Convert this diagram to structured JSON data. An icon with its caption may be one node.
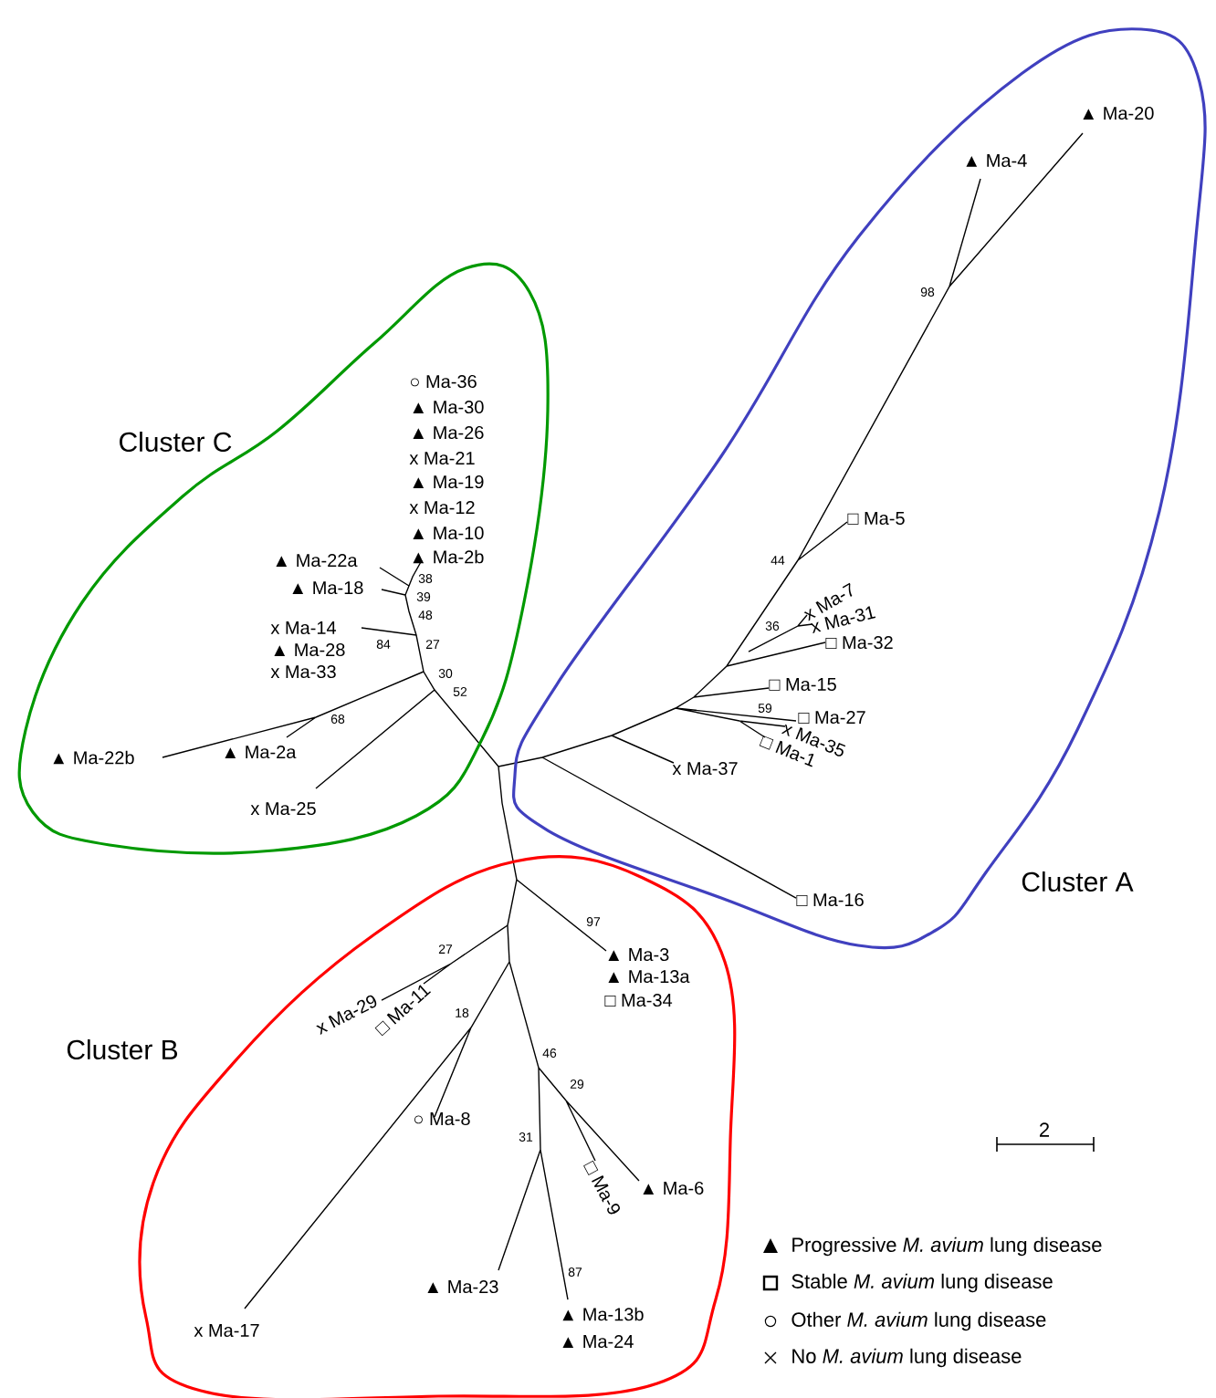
{
  "diagram": {
    "nodes": [
      {
        "text": [
          "Cluster C"
        ]
      },
      {
        "text": [
          "Cluster A"
        ]
      },
      {
        "text": [
          "Cluster B"
        ]
      },
      {
        "text": [
          "▲ Ma-20"
        ],
        "in": 1
      },
      {
        "text": [
          "▲ Ma-4"
        ],
        "in": 1
      },
      {
        "text": [
          "□ Ma-5"
        ],
        "in": 1
      },
      {
        "text": [
          "x Ma-7"
        ],
        "in": 1
      },
      {
        "text": [
          "x Ma-31"
        ],
        "in": 1
      },
      {
        "text": [
          "□ Ma-32"
        ],
        "in": 1
      },
      {
        "text": [
          "□ Ma-15"
        ],
        "in": 1
      },
      {
        "text": [
          "□ Ma-27"
        ],
        "in": 1
      },
      {
        "text": [
          "x Ma-35"
        ],
        "in": 1
      },
      {
        "text": [
          "□ Ma-1"
        ],
        "in": 1
      },
      {
        "text": [
          "x Ma-37"
        ],
        "in": 1
      },
      {
        "text": [
          "□ Ma-16"
        ],
        "in": 1
      },
      {
        "text": [
          "○ Ma-36"
        ],
        "in": 0
      },
      {
        "text": [
          "▲ Ma-30"
        ],
        "in": 0
      },
      {
        "text": [
          "▲ Ma-26"
        ],
        "in": 0
      },
      {
        "text": [
          "x Ma-21"
        ],
        "in": 0
      },
      {
        "text": [
          "▲ Ma-19"
        ],
        "in": 0
      },
      {
        "text": [
          "x Ma-12"
        ],
        "in": 0
      },
      {
        "text": [
          "▲ Ma-10"
        ],
        "in": 0
      },
      {
        "text": [
          "▲ Ma-2b"
        ],
        "in": 0
      },
      {
        "text": [
          "▲ Ma-22a"
        ],
        "in": 0
      },
      {
        "text": [
          "▲ Ma-18"
        ],
        "in": 0
      },
      {
        "text": [
          "x Ma-14"
        ],
        "in": 0
      },
      {
        "text": [
          "▲ Ma-28"
        ],
        "in": 0
      },
      {
        "text": [
          "x Ma-33"
        ],
        "in": 0
      },
      {
        "text": [
          "▲ Ma-22b"
        ],
        "in": 0
      },
      {
        "text": [
          "▲ Ma-2a"
        ],
        "in": 0
      },
      {
        "text": [
          "x Ma-25"
        ],
        "in": 0
      },
      {
        "text": [
          "▲ Ma-3"
        ],
        "in": 2
      },
      {
        "text": [
          "▲ Ma-13a"
        ],
        "in": 2
      },
      {
        "text": [
          "□ Ma-34"
        ],
        "in": 2
      },
      {
        "text": [
          "x Ma-29"
        ],
        "in": 2
      },
      {
        "text": [
          "□ Ma-11"
        ],
        "in": 2
      },
      {
        "text": [
          "○ Ma-8"
        ],
        "in": 2
      },
      {
        "text": [
          "□ Ma-9"
        ],
        "in": 2
      },
      {
        "text": [
          "▲ Ma-6"
        ],
        "in": 2
      },
      {
        "text": [
          "▲ Ma-23"
        ],
        "in": 2
      },
      {
        "text": [
          "▲ Ma-13b"
        ],
        "in": 2
      },
      {
        "text": [
          "▲ Ma-24"
        ],
        "in": 2
      },
      {
        "text": [
          "x Ma-17"
        ],
        "in": 2
      }
    ],
    "labels": [
      "98",
      "44",
      "36",
      "59",
      "38",
      "39",
      "48",
      "84",
      "27",
      "30",
      "52",
      "68",
      "97",
      "27",
      "18",
      "46",
      "29",
      "31",
      "87",
      "2"
    ],
    "legend": [
      {
        "text": "Progressive *M. avium* lung disease"
      },
      {
        "text": "Stable *M. avium* lung disease"
      },
      {
        "text": "Other *M. avium* lung disease"
      },
      {
        "text": "No *M. avium* lung disease"
      }
    ]
  }
}
